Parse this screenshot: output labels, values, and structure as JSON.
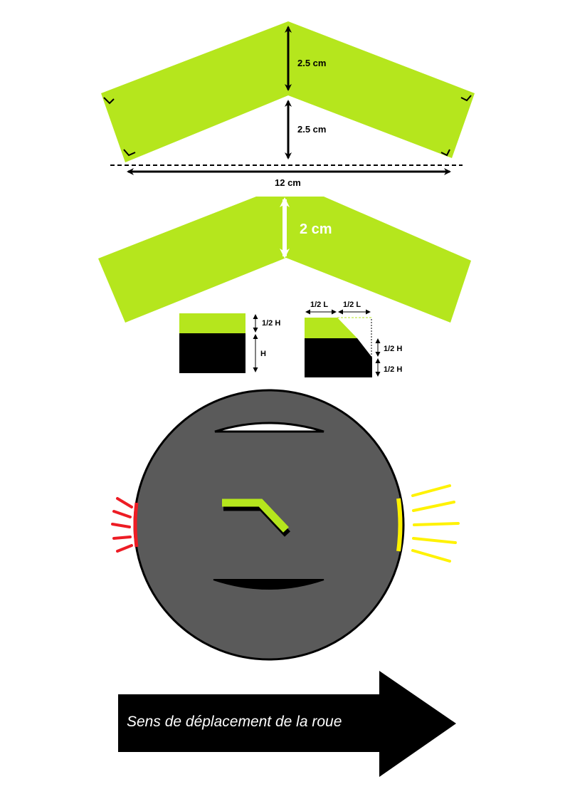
{
  "colors": {
    "green": "#b5e61d",
    "wheel": "#5a5a5a",
    "outline": "#000000",
    "red": "#ed1c24",
    "yellow": "#fff200",
    "white": "#ffffff"
  },
  "top_chevron": {
    "dim_upper": "2.5 cm",
    "dim_lower": "2.5 cm",
    "dim_width": "12 cm"
  },
  "second_chevron": {
    "dim_height": "2 cm"
  },
  "profile_square": {
    "dim_top": "1/2 H",
    "dim_side": "H"
  },
  "profile_bevel": {
    "dim_left": "1/2 L",
    "dim_right": "1/2 L",
    "dim_upper": "1/2 H",
    "dim_lower": "1/2 H"
  },
  "direction_arrow": {
    "label": "Sens de déplacement de la roue"
  }
}
